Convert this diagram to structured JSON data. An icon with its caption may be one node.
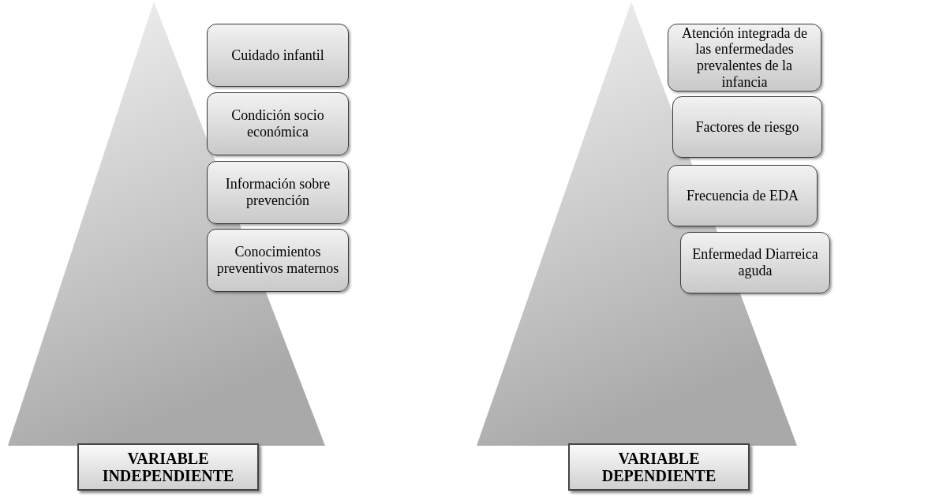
{
  "diagram": {
    "nodes": [
      {
        "text": [
          "Cuidado infantil"
        ]
      },
      {
        "text": [
          "Condición socio económica"
        ]
      },
      {
        "text": [
          "Información sobre prevención"
        ]
      },
      {
        "text": [
          "Conocimientos preventivos maternos"
        ]
      },
      {
        "text": [
          "VARIABLE INDEPENDIENTE"
        ]
      },
      {
        "text": [
          "Atención integrada de las enfermedades prevalentes de la infancia"
        ]
      },
      {
        "text": [
          "Factores de riesgo"
        ]
      },
      {
        "text": [
          "Frecuencia de EDA"
        ]
      },
      {
        "text": [
          "Enfermedad Diarreica aguda"
        ]
      },
      {
        "text": [
          "VARIABLE DEPENDIENTE"
        ]
      }
    ],
    "edges": []
  }
}
